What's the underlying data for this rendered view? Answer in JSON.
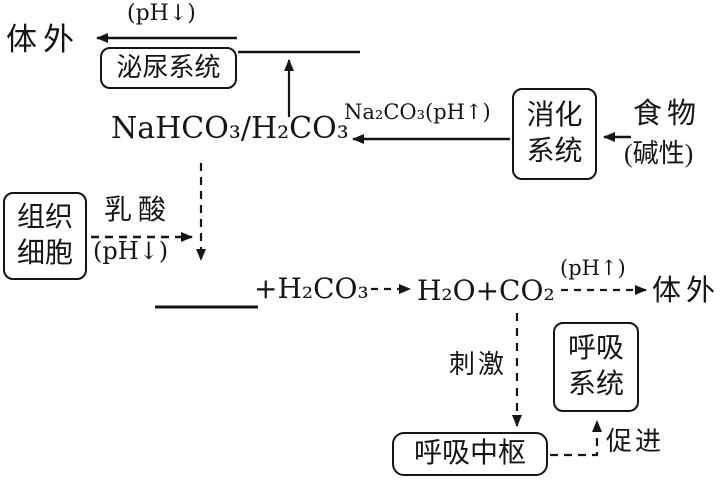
{
  "colors": {
    "ink": "#151515",
    "background": "#ffffff"
  },
  "nodes": {
    "outside_top": "体外",
    "urinary_system": "泌尿系统",
    "buffer_pair": "NaHCO₃/H₂CO₃",
    "digestive_system": [
      "消化",
      "系统"
    ],
    "food": "食物",
    "food_note": "(碱性)",
    "tissue_cells": [
      "组织",
      "细胞"
    ],
    "blank_plus_h2co3": "+H₂CO₃",
    "h2o_plus_co2": "H₂O+CO₂",
    "outside_right": "体外",
    "respiratory_system": [
      "呼吸",
      "系统"
    ],
    "respiratory_center": "呼吸中枢"
  },
  "edge_labels": {
    "ph_down_top": "(pH↓)",
    "na2co3_ph_up": "Na₂CO₃(pH↑)",
    "lactic_acid": "乳酸",
    "lactic_ph_down": "(pH↓)",
    "ph_up_right": "(pH↑)",
    "stimulate": "刺激",
    "promote": "促进"
  }
}
